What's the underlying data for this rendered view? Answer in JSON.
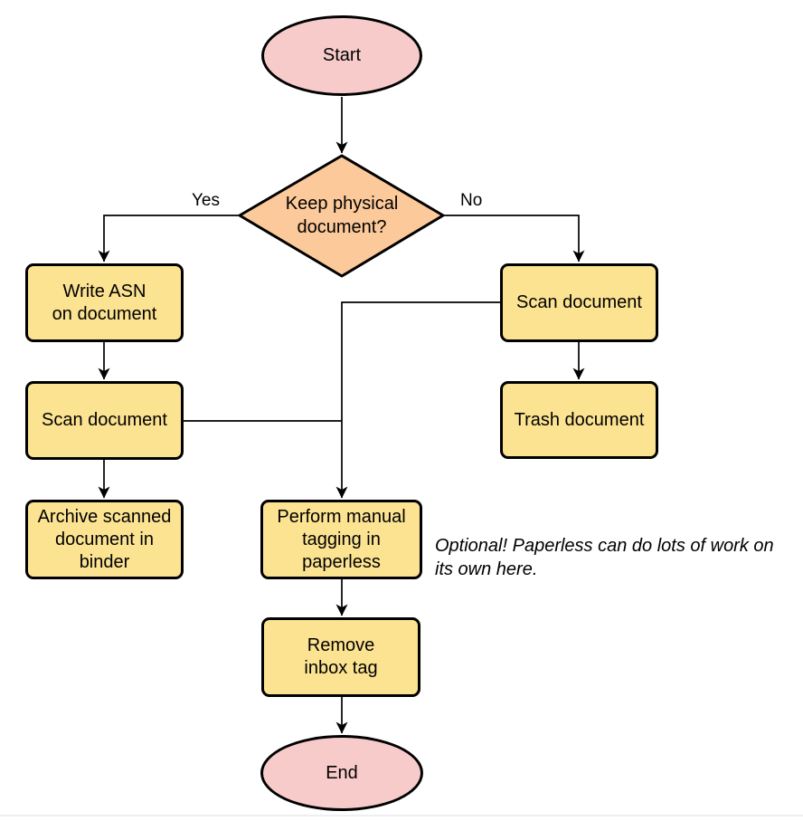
{
  "diagram": {
    "type": "flowchart",
    "nodes": {
      "start": {
        "label": "Start",
        "shape": "ellipse"
      },
      "decision": {
        "label": "Keep physical\ndocument?",
        "shape": "diamond"
      },
      "write_asn": {
        "label": "Write ASN\non document",
        "shape": "process"
      },
      "scan_left": {
        "label": "Scan document",
        "shape": "process"
      },
      "archive": {
        "label": "Archive scanned\ndocument in\nbinder",
        "shape": "process"
      },
      "scan_right": {
        "label": "Scan document",
        "shape": "process"
      },
      "trash": {
        "label": "Trash document",
        "shape": "process"
      },
      "tagging": {
        "label": "Perform manual\ntagging in\npaperless",
        "shape": "process"
      },
      "remove_tag": {
        "label": "Remove\ninbox tag",
        "shape": "process"
      },
      "end": {
        "label": "End",
        "shape": "ellipse"
      }
    },
    "edge_labels": {
      "yes": "Yes",
      "no": "No"
    },
    "note": {
      "text": "Optional! Paperless can do lots of work on\nits own here."
    },
    "colors": {
      "stroke": "#000000",
      "terminal_fill": "#F8CBCB",
      "decision_fill": "#FBC99A",
      "process_fill": "#FCE392",
      "text": "#000000"
    }
  }
}
